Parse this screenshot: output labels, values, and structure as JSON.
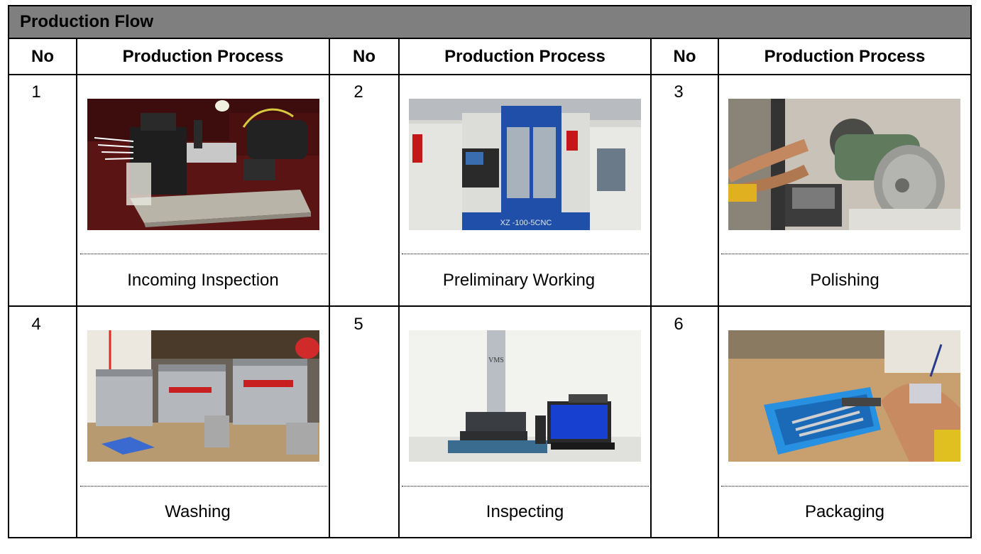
{
  "table": {
    "title": "Production Flow",
    "headers": [
      "No",
      "Production Process",
      "No",
      "Production Process",
      "No",
      "Production Process"
    ],
    "items": [
      {
        "no": "1",
        "caption": "Incoming Inspection",
        "photo": "incoming-inspection-photo"
      },
      {
        "no": "2",
        "caption": "Preliminary Working",
        "photo": "preliminary-working-photo",
        "machine_label": "XZ -100-5CNC"
      },
      {
        "no": "3",
        "caption": "Polishing",
        "photo": "polishing-photo"
      },
      {
        "no": "4",
        "caption": "Washing",
        "photo": "washing-photo"
      },
      {
        "no": "5",
        "caption": "Inspecting",
        "photo": "inspecting-photo",
        "machine_label": "VMS"
      },
      {
        "no": "6",
        "caption": "Packaging",
        "photo": "packaging-photo"
      }
    ]
  },
  "colors": {
    "title_bar": "#7f7f7f",
    "grid": "#000000"
  }
}
